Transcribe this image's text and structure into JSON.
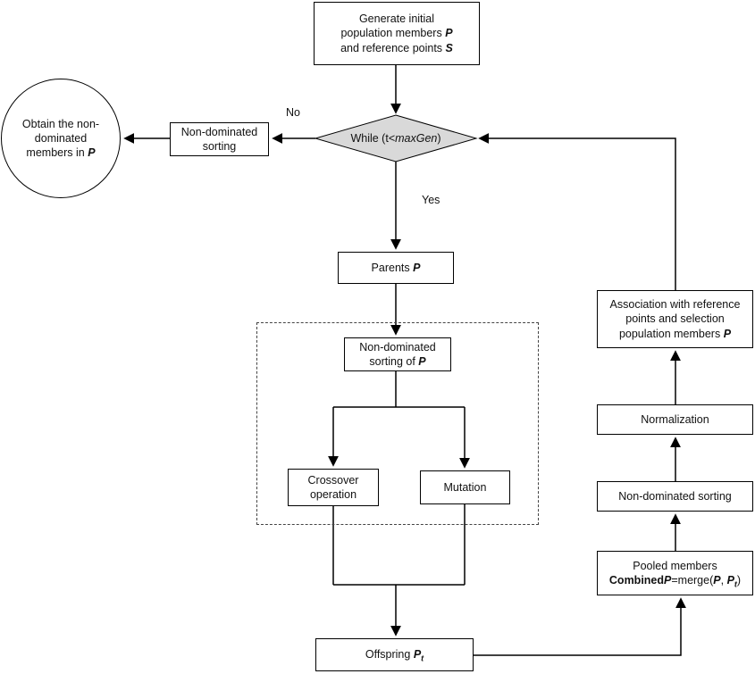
{
  "diagram": {
    "kind": "flowchart",
    "colors": {
      "diamond_fill": "#d9d9d9",
      "line": "#000000",
      "box_bg": "#ffffff"
    },
    "edge_labels": {
      "no": "No",
      "yes": "Yes"
    },
    "nodes": {
      "generate_initial": {
        "segments": [
          {
            "t": "Generate initial"
          },
          {
            "br": true
          },
          {
            "t": "population members "
          },
          {
            "t": "P",
            "b": true,
            "i": true
          },
          {
            "br": true
          },
          {
            "t": "and reference points "
          },
          {
            "t": "S",
            "b": true,
            "i": true
          }
        ]
      },
      "while_condition": {
        "segments": [
          {
            "t": "While (t<"
          },
          {
            "t": "maxGen",
            "i": true
          },
          {
            "t": ")"
          }
        ]
      },
      "non_dominated_sorting_left": {
        "segments": [
          {
            "t": "Non-dominated"
          },
          {
            "br": true
          },
          {
            "t": "sorting"
          }
        ]
      },
      "obtain_non_dominated": {
        "segments": [
          {
            "t": "Obtain the non-"
          },
          {
            "br": true
          },
          {
            "t": "dominated"
          },
          {
            "br": true
          },
          {
            "t": "members in "
          },
          {
            "t": "P",
            "b": true,
            "i": true
          }
        ]
      },
      "parents": {
        "segments": [
          {
            "t": "Parents "
          },
          {
            "t": "P",
            "b": true,
            "i": true
          }
        ]
      },
      "non_dominated_sorting_of_p": {
        "segments": [
          {
            "t": "Non-dominated"
          },
          {
            "br": true
          },
          {
            "t": "sorting of "
          },
          {
            "t": "P",
            "b": true,
            "i": true
          }
        ]
      },
      "crossover": {
        "segments": [
          {
            "t": "Crossover"
          },
          {
            "br": true
          },
          {
            "t": "operation"
          }
        ]
      },
      "mutation": {
        "segments": [
          {
            "t": "Mutation"
          }
        ]
      },
      "offspring": {
        "segments": [
          {
            "t": "Offspring "
          },
          {
            "t": "P",
            "b": true,
            "i": true
          },
          {
            "t": "t",
            "b": true,
            "i": true,
            "sub": true
          }
        ]
      },
      "pooled": {
        "segments": [
          {
            "t": "Pooled members"
          },
          {
            "br": true
          },
          {
            "t": "Combined",
            "b": true
          },
          {
            "t": "P",
            "b": true,
            "i": true
          },
          {
            "t": "=merge("
          },
          {
            "t": "P",
            "b": true,
            "i": true
          },
          {
            "t": ", "
          },
          {
            "t": "P",
            "b": true,
            "i": true
          },
          {
            "t": "t",
            "b": true,
            "i": true,
            "sub": true
          },
          {
            "t": ")"
          }
        ]
      },
      "non_dominated_sorting_right": {
        "segments": [
          {
            "t": "Non-dominated sorting"
          }
        ]
      },
      "normalization": {
        "segments": [
          {
            "t": "Normalization"
          }
        ]
      },
      "association": {
        "segments": [
          {
            "t": "Association with reference"
          },
          {
            "br": true
          },
          {
            "t": "points and selection"
          },
          {
            "br": true
          },
          {
            "t": "population members  "
          },
          {
            "t": "P",
            "b": true,
            "i": true
          }
        ]
      }
    }
  }
}
